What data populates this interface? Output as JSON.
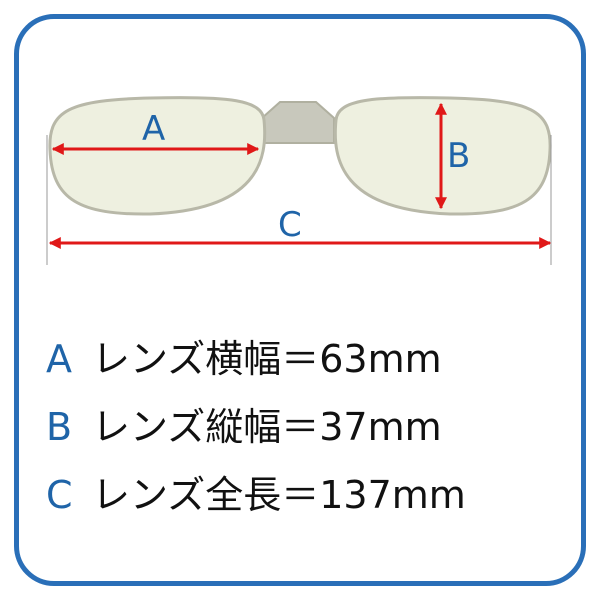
{
  "labels": {
    "a": "A",
    "b": "B",
    "c": "C"
  },
  "specs": [
    {
      "key": "A",
      "text": "レンズ横幅＝63mm"
    },
    {
      "key": "B",
      "text": "レンズ縦幅＝37mm"
    },
    {
      "key": "C",
      "text": "レンズ全長＝137mm"
    }
  ],
  "colors": {
    "border": "#2a6fb8",
    "label": "#1f64a8",
    "arrow": "#e01818",
    "lens": "#eef0e0",
    "rim": "#b8b8a8",
    "bridge": "#c8c8bc"
  }
}
